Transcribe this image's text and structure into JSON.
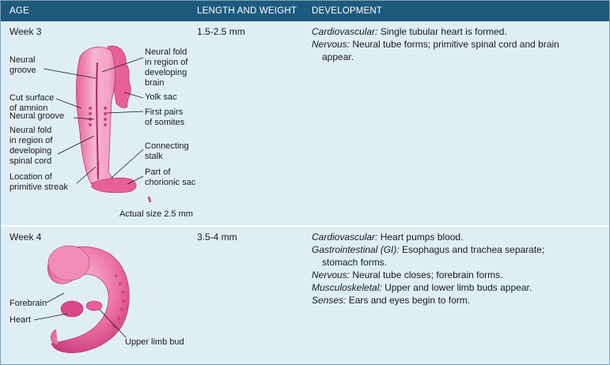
{
  "header": {
    "age": "AGE",
    "length_weight": "LENGTH AND WEIGHT",
    "development": "DEVELOPMENT"
  },
  "rows": [
    {
      "age": "Week 3",
      "length": "1.5-2.5 mm",
      "development": [
        {
          "category": "Cardiovascular:",
          "text": "Single tubular heart is formed."
        },
        {
          "category": "Nervous:",
          "text": "Neural tube forms; primitive spinal cord and brain",
          "cont": "appear."
        }
      ],
      "labels": {
        "neural_groove_top": [
          "Neural",
          "groove"
        ],
        "cut_surface": [
          "Cut surface",
          "of amnion"
        ],
        "neural_groove": "Neural groove",
        "neural_fold_spinal": [
          "Neural fold",
          "in region of",
          "developing",
          "spinal cord"
        ],
        "primitive_streak": [
          "Location of",
          "primitive streak"
        ],
        "neural_fold_brain": [
          "Neural fold",
          "in region of",
          "developing",
          "brain"
        ],
        "yolk_sac": "Yolk sac",
        "somites": [
          "First pairs",
          "of somites"
        ],
        "connecting_stalk": [
          "Connecting",
          "stalk"
        ],
        "chorionic_sac": [
          "Part of",
          "chorionic sac"
        ],
        "actual_size": "Actual size 2.5 mm"
      }
    },
    {
      "age": "Week 4",
      "length": "3.5-4 mm",
      "development": [
        {
          "category": "Cardiovascular:",
          "text": "Heart pumps blood."
        },
        {
          "category": "Gastrointestinal (GI):",
          "text": "Esophagus and trachea separate;",
          "cont": "stomach forms."
        },
        {
          "category": "Nervous:",
          "text": "Neural tube closes; forebrain forms."
        },
        {
          "category": "Musculoskeletal:",
          "text": "Upper and lower limb buds appear."
        },
        {
          "category": "Senses:",
          "text": "Ears and eyes begin to form."
        }
      ],
      "labels": {
        "forebrain": "Forebrain",
        "heart": "Heart",
        "upper_limb_bud": "Upper limb bud"
      }
    }
  ],
  "colors": {
    "header_bg": "#1e5a7c",
    "table_bg": "#dfeef5",
    "embryo_pink": "#e8609a",
    "embryo_light": "#f6b5cf"
  }
}
